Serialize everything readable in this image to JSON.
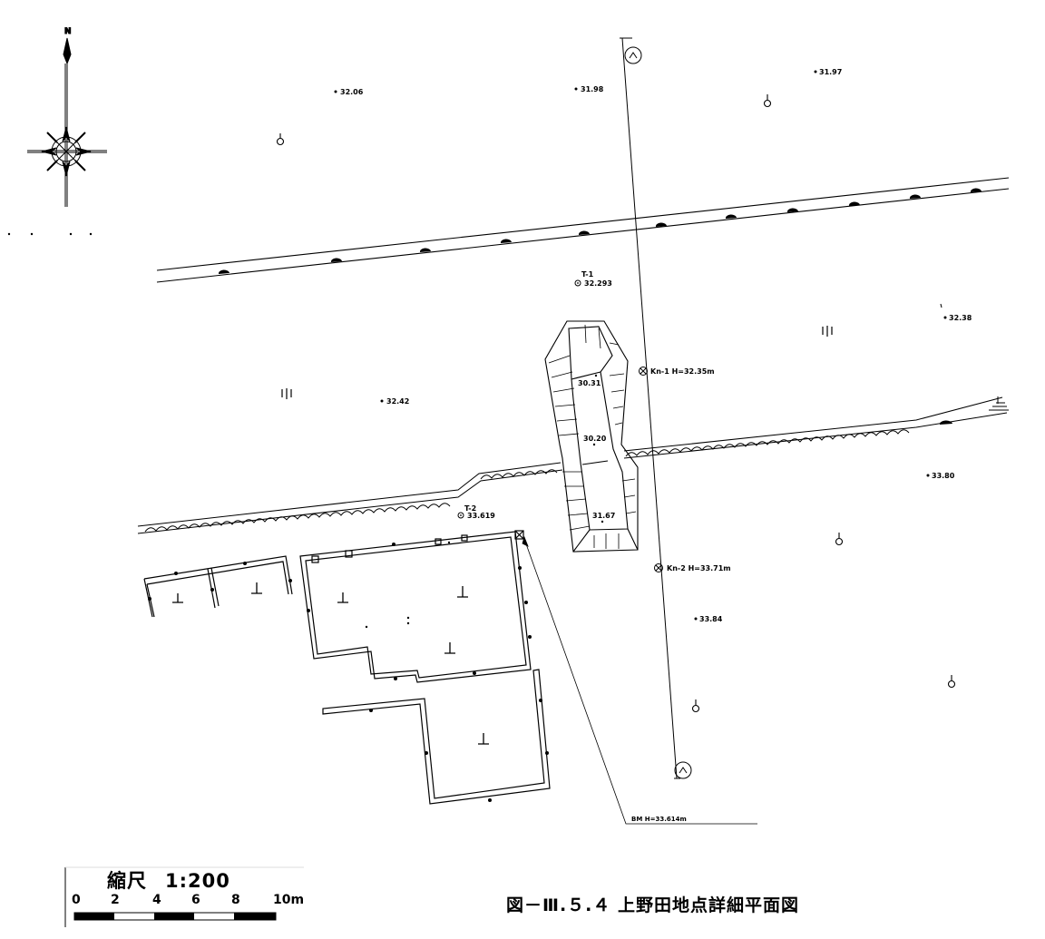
{
  "north_label": "N",
  "caption": "図－Ⅲ.５.４ 上野田地点詳細平面図",
  "scale": {
    "title": "縮尺",
    "ratio": "1:200",
    "ticks": [
      "0",
      "2",
      "4",
      "6",
      "8",
      "10m"
    ]
  },
  "elevations": [
    "32.06",
    "31.98",
    "31.97",
    "32.38",
    "32.42",
    "30.31",
    "30.20",
    "31.67",
    "33.80",
    "33.84"
  ],
  "points": {
    "t1": {
      "name": "T-1",
      "value": "32.293"
    },
    "t2": {
      "name": "T-2",
      "value": "33.619"
    },
    "kn1": "Kn-1 H=32.35m",
    "kn2": "Kn-2 H=33.71m",
    "bm": "BM H=33.614m"
  },
  "symbol_names": [
    "north-arrow",
    "benchmark-circle",
    "field-symbol",
    "road-line",
    "trench-outline",
    "building-foundation"
  ]
}
